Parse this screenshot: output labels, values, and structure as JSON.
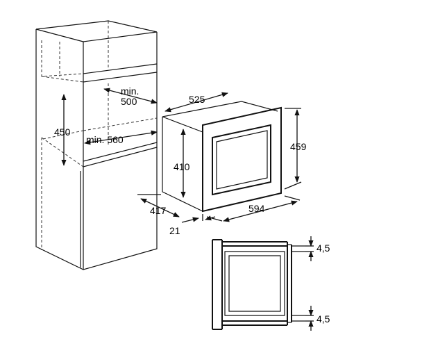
{
  "dimensions": {
    "cabinet_opening_height": "450",
    "cabinet_min_depth_label": "min.",
    "cabinet_min_depth_value": "500",
    "cabinet_min_width_label": "min. 560",
    "oven_depth": "525",
    "oven_front_height": "459",
    "oven_body_height": "410",
    "oven_front_width": "594",
    "oven_body_depth": "417",
    "front_panel_depth": "21",
    "top_gap": "4,5",
    "bottom_gap": "4,5"
  }
}
